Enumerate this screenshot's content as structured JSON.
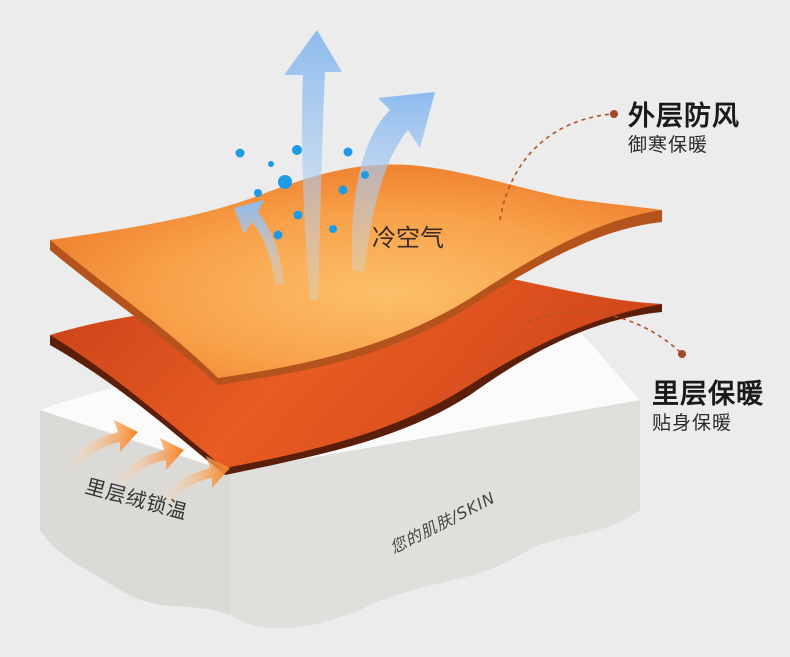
{
  "labels": {
    "outer_title": "外层防风",
    "outer_sub": "御寒保暖",
    "inner_title": "里层保暖",
    "inner_sub": "贴身保暖",
    "cold_air": "冷空气",
    "lining": "里层绒锁温",
    "skin": "您的肌肤/SKIN"
  },
  "colors": {
    "background": "#ececec",
    "outer_layer": "#f5923a",
    "outer_layer_highlight": "#fcc06a",
    "outer_layer_edge": "#b4531c",
    "inner_layer": "#e0521b",
    "inner_layer_edge": "#5a1e0a",
    "skin_top": "#fbfbfb",
    "skin_side": "#d9d7d3",
    "cold_arrow": "#9cc3ee",
    "droplet": "#1f9be6",
    "warm_arrow": "#f5801f",
    "leader_line": "#b0522a"
  },
  "icons": {
    "cold_arrows": "up-arrow-icon",
    "warm_arrows": "right-arrow-icon",
    "droplets": "water-droplet-icon"
  }
}
